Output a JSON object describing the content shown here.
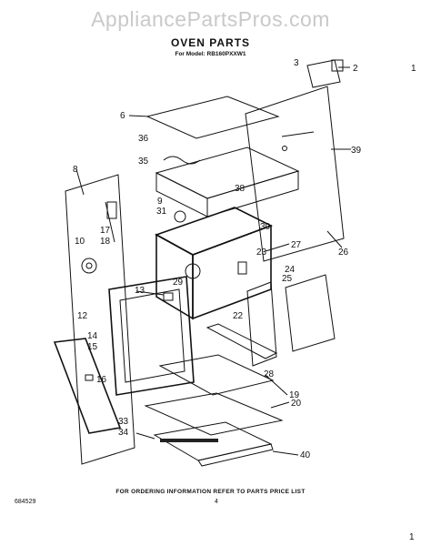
{
  "watermark": "AppliancePartsPros.com",
  "title": "OVEN PARTS",
  "model_line": "For Model: RB160PXXW1",
  "callouts": [
    "1",
    "2",
    "3",
    "6",
    "8",
    "9",
    "10",
    "12",
    "13",
    "14",
    "15",
    "16",
    "17",
    "18",
    "19",
    "20",
    "22",
    "23",
    "24",
    "25",
    "26",
    "27",
    "28",
    "29",
    "30",
    "31",
    "33",
    "34",
    "35",
    "36",
    "38",
    "39",
    "40"
  ],
  "footer": {
    "ordering_note": "FOR ORDERING INFORMATION REFER TO PARTS PRICE LIST",
    "part_number": "684529",
    "page_number": "4",
    "corner_mark": "1"
  }
}
